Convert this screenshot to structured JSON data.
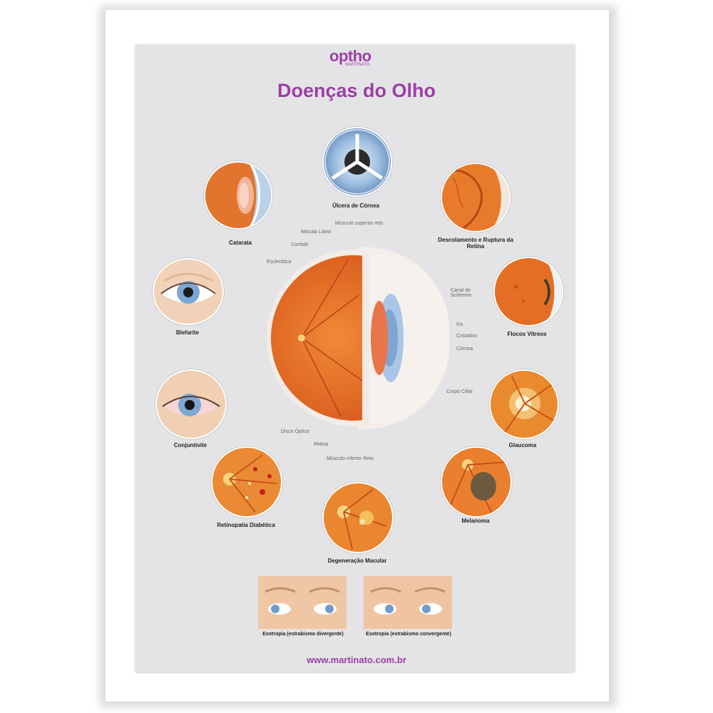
{
  "brand": {
    "name": "optho",
    "tagline": "MARTINATO"
  },
  "title": "Doenças do Olho",
  "diseases": {
    "ulcera": "Úlcera de Córnea",
    "catarata": "Catarata",
    "descolamento": "Descolamento e Ruptura da Retina",
    "blefarite": "Blefarite",
    "flocos": "Flocos Vítreos",
    "conjuntivite": "Conjuntivite",
    "glaucoma": "Glaucoma",
    "retinopatia": "Retinopatia Diabética",
    "melanoma": "Melanoma",
    "degeneracao": "Degeneração Macular"
  },
  "anatomy": {
    "musculo_superior": "Músculo superior reto",
    "macula_lutea": "Mácula Lútea",
    "coroide": "Coróide",
    "esclerotica": "Esclerótica",
    "canal_schlemm": "Canal de Schlemm",
    "iris": "Íris",
    "cristalino": "Cristalino",
    "cornea": "Córnea",
    "corpo_ciliar": "Corpo Ciliar",
    "disco_optico": "Disco Óptico",
    "retina": "Retina",
    "musculo_inferior": "Músculo inferior Reto"
  },
  "strabismus": {
    "divergente": "Exotropia (estrabismo divergente)",
    "convergente": "Esotropia (estrabismo convergente)"
  },
  "footer": {
    "url": "www.martinato.com.br"
  },
  "colors": {
    "accent": "#9b3fa5",
    "retina": "#e8732a",
    "iris": "#8fb3d9"
  }
}
